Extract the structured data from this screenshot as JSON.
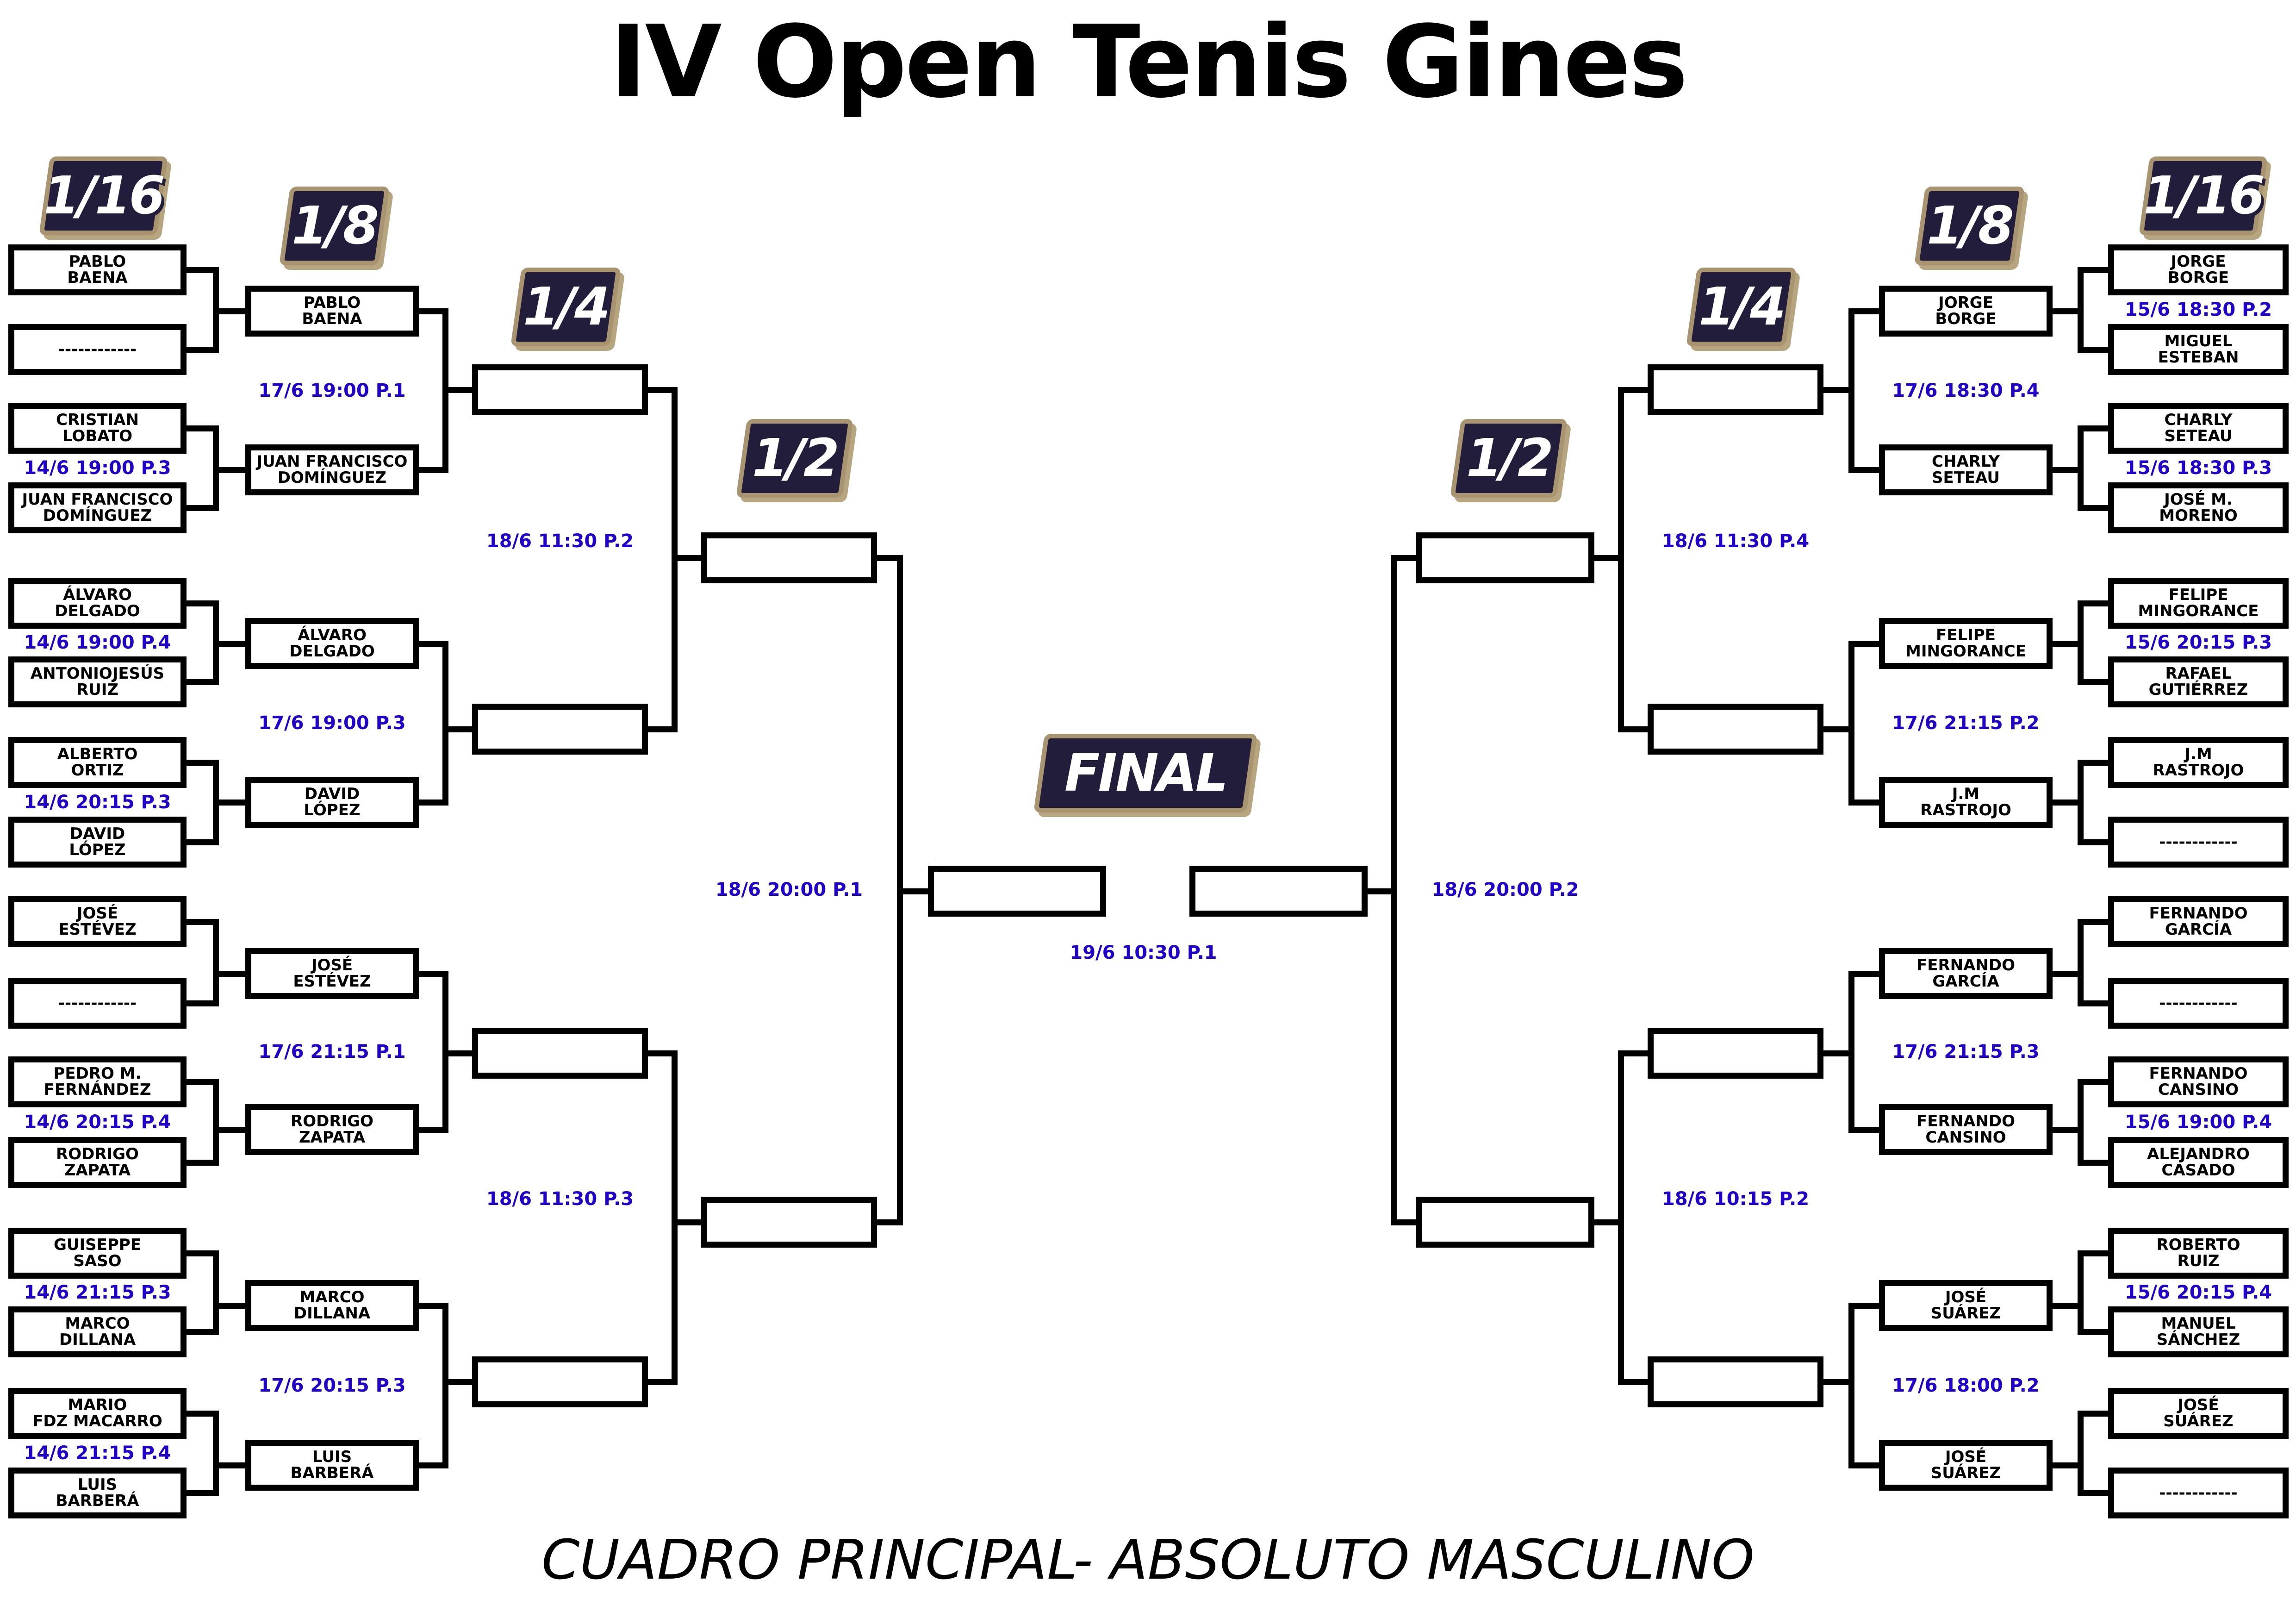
{
  "title": "IV Open Tenis Gines",
  "subtitle": "CUADRO PRINCIPAL- ABSOLUTO MASCULINO",
  "rounds": {
    "r16": "1/16",
    "r8": "1/8",
    "r4": "1/4",
    "r2": "1/2",
    "final": "FINAL"
  },
  "left": {
    "r16": [
      {
        "name": "PABLO\nBAENA"
      },
      {
        "name": "------------"
      },
      {
        "name": "CRISTIAN\nLOBATO"
      },
      {
        "name": "JUAN FRANCISCO\nDOMÍNGUEZ"
      },
      {
        "name": "ÁLVARO\nDELGADO"
      },
      {
        "name": "ANTONIOJESÚS\nRUIZ"
      },
      {
        "name": "ALBERTO\nORTIZ"
      },
      {
        "name": "DAVID\nLÓPEZ"
      },
      {
        "name": "JOSÉ\nESTÉVEZ"
      },
      {
        "name": "------------"
      },
      {
        "name": "PEDRO M.\nFERNÁNDEZ"
      },
      {
        "name": "RODRIGO\nZAPATA"
      },
      {
        "name": "GUISEPPE\nSASO"
      },
      {
        "name": "MARCO\nDILLANA"
      },
      {
        "name": "MARIO\nFDZ MACARRO"
      },
      {
        "name": "LUIS\nBARBERÁ"
      }
    ],
    "r16_schedule": [
      "",
      "14/6 19:00 P.3",
      "14/6 19:00 P.4",
      "14/6 20:15 P.3",
      "",
      "14/6 20:15 P.4",
      "14/6 21:15 P.3",
      "14/6 21:15 P.4"
    ],
    "r8": [
      {
        "name": "PABLO\nBAENA"
      },
      {
        "name": "JUAN FRANCISCO\nDOMÍNGUEZ"
      },
      {
        "name": "ÁLVARO\nDELGADO"
      },
      {
        "name": "DAVID\nLÓPEZ"
      },
      {
        "name": "JOSÉ\nESTÉVEZ"
      },
      {
        "name": "RODRIGO\nZAPATA"
      },
      {
        "name": "MARCO\nDILLANA"
      },
      {
        "name": "LUIS\nBARBERÁ"
      }
    ],
    "r8_schedule": [
      "17/6 19:00 P.1",
      "17/6 19:00 P.3",
      "17/6 21:15 P.1",
      "17/6 20:15 P.3"
    ],
    "r4": [
      {
        "name": ""
      },
      {
        "name": ""
      },
      {
        "name": ""
      },
      {
        "name": ""
      }
    ],
    "r4_schedule": [
      "18/6 11:30 P.2",
      "18/6 11:30 P.3"
    ],
    "r2": [
      {
        "name": ""
      },
      {
        "name": ""
      }
    ],
    "r2_schedule": [
      "18/6 20:00 P.1"
    ],
    "final": {
      "name": ""
    }
  },
  "right": {
    "r16": [
      {
        "name": "JORGE\nBORGE"
      },
      {
        "name": "MIGUEL\nESTEBAN"
      },
      {
        "name": "CHARLY\nSETEAU"
      },
      {
        "name": "JOSÉ M.\nMORENO"
      },
      {
        "name": "FELIPE\nMINGORANCE"
      },
      {
        "name": "RAFAEL\nGUTIÉRREZ"
      },
      {
        "name": "J.M\nRASTROJO"
      },
      {
        "name": "------------"
      },
      {
        "name": "FERNANDO\nGARCÍA"
      },
      {
        "name": "------------"
      },
      {
        "name": "FERNANDO\nCANSINO"
      },
      {
        "name": "ALEJANDRO\nCASADO"
      },
      {
        "name": "ROBERTO\nRUIZ"
      },
      {
        "name": "MANUEL\nSÁNCHEZ"
      },
      {
        "name": "JOSÉ\nSUÁREZ"
      },
      {
        "name": "------------"
      }
    ],
    "r16_schedule": [
      "15/6 18:30 P.2",
      "15/6 18:30 P.3",
      "15/6 20:15 P.3",
      "",
      "",
      "15/6 19:00 P.4",
      "15/6 20:15 P.4",
      ""
    ],
    "r8": [
      {
        "name": "JORGE\nBORGE"
      },
      {
        "name": "CHARLY\nSETEAU"
      },
      {
        "name": "FELIPE\nMINGORANCE"
      },
      {
        "name": "J.M\nRASTROJO"
      },
      {
        "name": "FERNANDO\nGARCÍA"
      },
      {
        "name": "FERNANDO\nCANSINO"
      },
      {
        "name": "JOSÉ\nSUÁREZ"
      },
      {
        "name": "JOSÉ\nSUÁREZ"
      }
    ],
    "r8_schedule": [
      "17/6 18:30 P.4",
      "17/6 21:15 P.2",
      "17/6 21:15 P.3",
      "17/6 18:00 P.2"
    ],
    "r4": [
      {
        "name": ""
      },
      {
        "name": ""
      },
      {
        "name": ""
      },
      {
        "name": ""
      }
    ],
    "r4_schedule": [
      "18/6 11:30 P.4",
      "18/6 10:15 P.2"
    ],
    "r2": [
      {
        "name": ""
      },
      {
        "name": ""
      }
    ],
    "r2_schedule": [
      "18/6 20:00 P.2"
    ],
    "final": {
      "name": ""
    }
  },
  "final_schedule": "19/6 10:30 P.1",
  "colors": {
    "line": "#000000",
    "schedule": "#2200cc",
    "badge_fill": "#231d3c",
    "badge_border": "#a89470"
  }
}
